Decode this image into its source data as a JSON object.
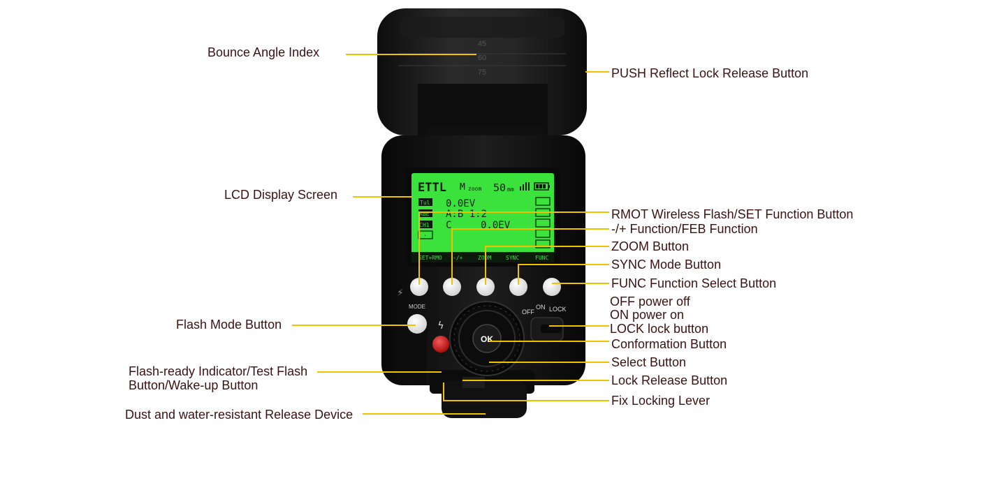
{
  "labels": {
    "bounce_angle": "Bounce Angle Index",
    "push_reflect": "PUSH Reflect Lock Release Button",
    "lcd_screen": "LCD Display Screen",
    "rmot": "RMOT Wireless Flash/SET Function Button",
    "plus_minus": "-/+ Function/FEB Function",
    "zoom": "ZOOM Button",
    "sync": "SYNC Mode Button",
    "func": "FUNC Function Select Button",
    "power_off": "OFF power off",
    "power_on": "ON power on",
    "power_lock": "LOCK lock button",
    "flash_mode": "Flash Mode Button",
    "confirmation": "Conformation Button",
    "flash_ready_1": "Flash-ready Indicator/Test Flash",
    "flash_ready_2": "Button/Wake-up Button",
    "select": "Select Button",
    "lock_release": "Lock Release Button",
    "fix_lever": "Fix Locking Lever",
    "dust_release": "Dust and water-resistant Release Device"
  },
  "device": {
    "angle_ticks": [
      "45",
      "60",
      "75"
    ],
    "lcd": {
      "mode": "ETTL",
      "zoom_mode": "M",
      "zoom_word": "zoom",
      "focal": "50",
      "focal_unit": "mm",
      "line1": "0.0EV",
      "line2": "A:B 1:2",
      "line3_group": "C",
      "line3_value": "0.0EV",
      "left_icons": [
        "Tul",
        "RBE",
        "CH1",
        "·"
      ],
      "soft_keys": [
        "SET+RMO",
        "-/+",
        "ZOOM",
        "SYNC",
        "FUNC"
      ]
    },
    "mode_key": "MODE",
    "ok_key": "OK",
    "switch_off": "OFF",
    "switch_on": "ON",
    "switch_lock": "LOCK"
  },
  "colors": {
    "leader_line": "#f2c200",
    "label_text": "#3b1212",
    "lcd_green": "#39e33a",
    "body": "#141414"
  }
}
